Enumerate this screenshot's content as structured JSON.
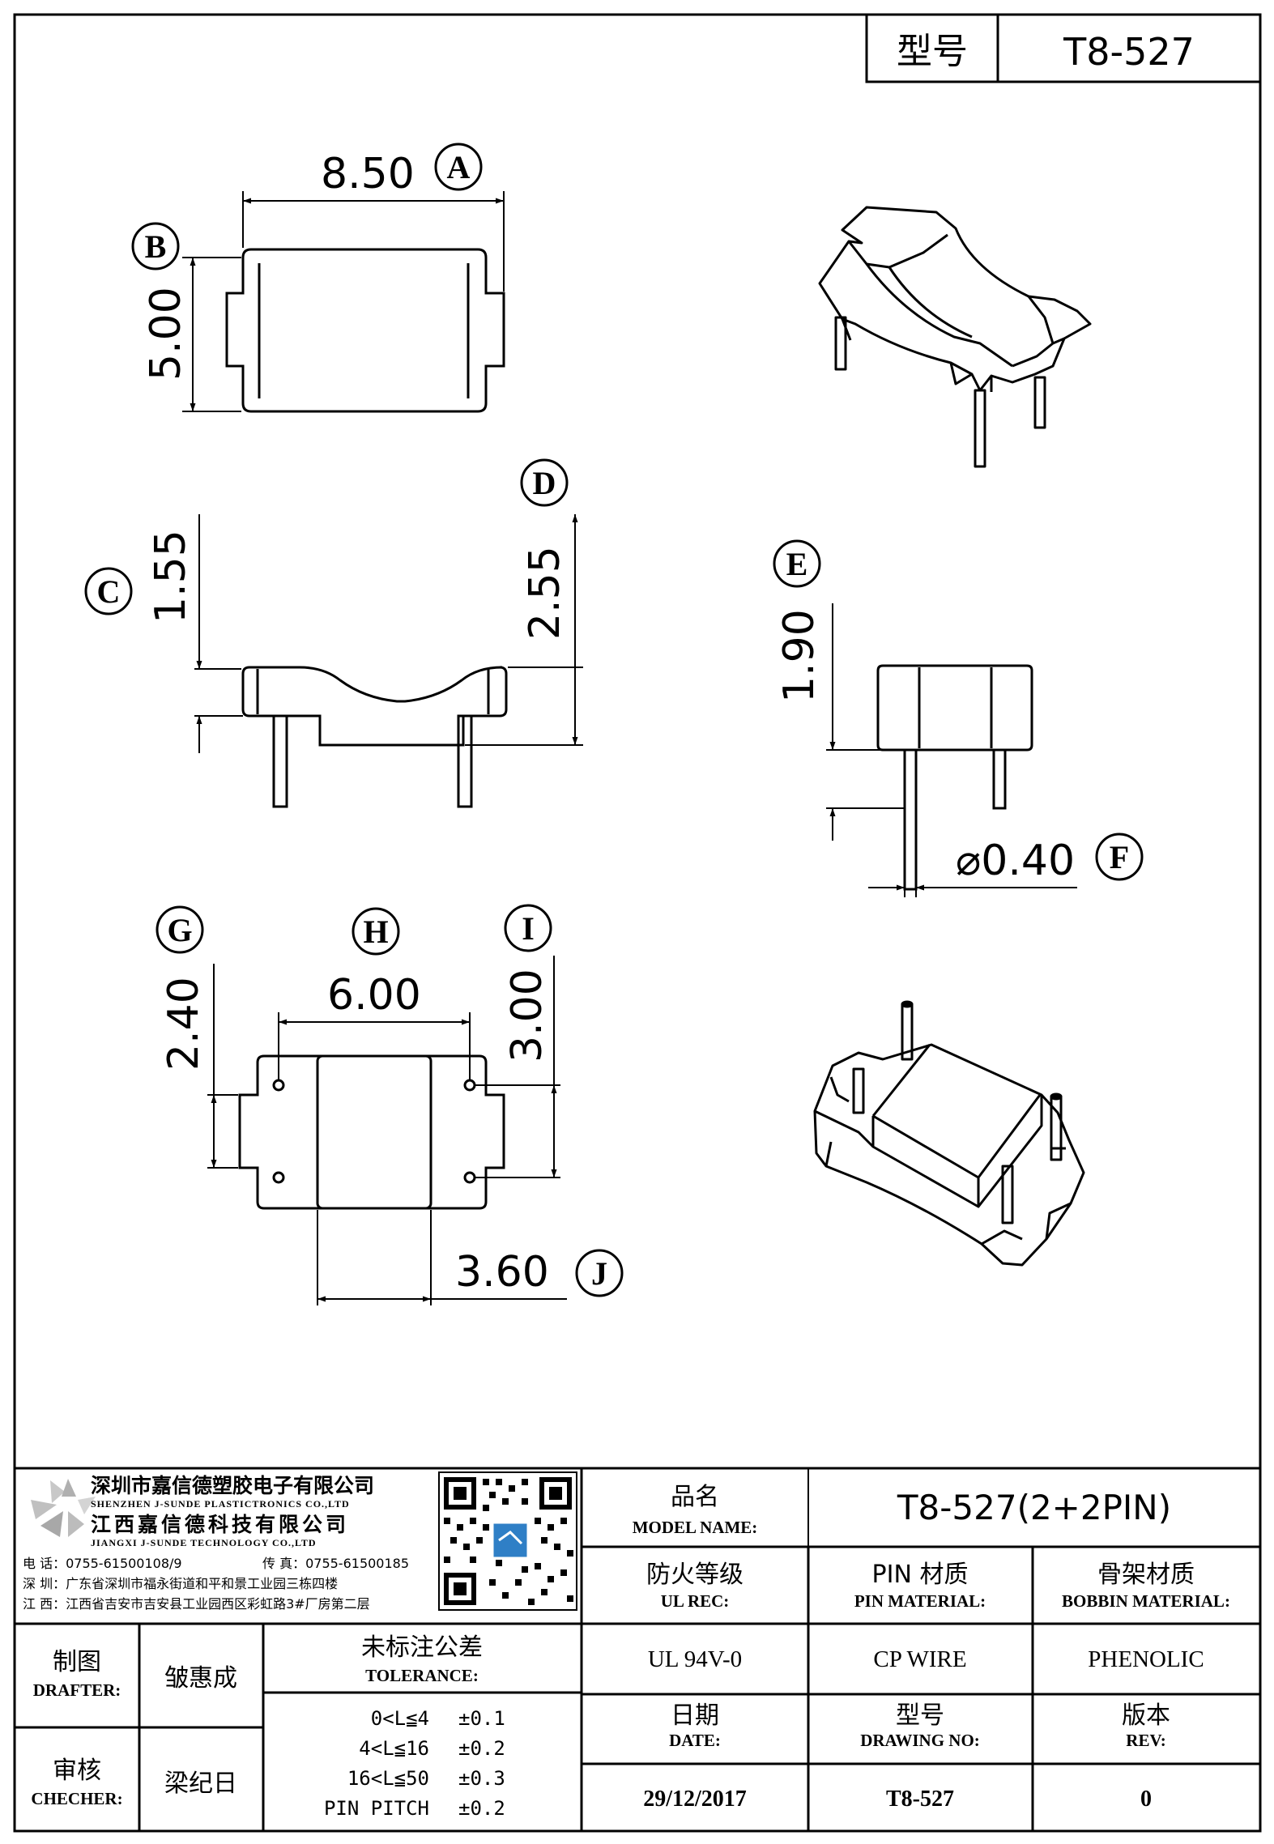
{
  "header": {
    "model_label": "型号",
    "model_value": "T8-527"
  },
  "dimensions": {
    "A": {
      "letter": "A",
      "value": "8.50"
    },
    "B": {
      "letter": "B",
      "value": "5.00"
    },
    "C": {
      "letter": "C",
      "value": "1.55"
    },
    "D": {
      "letter": "D",
      "value": "2.55"
    },
    "E": {
      "letter": "E",
      "value": "1.90"
    },
    "F": {
      "letter": "F",
      "value": "⌀0.40"
    },
    "G": {
      "letter": "G",
      "value": "2.40"
    },
    "H": {
      "letter": "H",
      "value": "6.00"
    },
    "I": {
      "letter": "I",
      "value": "3.00"
    },
    "J": {
      "letter": "J",
      "value": "3.60"
    }
  },
  "company": {
    "name1": "深圳市嘉信德塑胶电子有限公司",
    "name1_en": "SHENZHEN J-SUNDE PLASTICTRONICS CO.,LTD",
    "name2": "江西嘉信德科技有限公司",
    "name2_en": "JIANGXI J-SUNDE TECHNOLOGY CO.,LTD",
    "phone": "电 话：0755-61500108/9",
    "fax": "传 真：0755-61500185",
    "addr_sz": "深 圳：广东省深圳市福永街道和平和景工业园三栋四楼",
    "addr_jx": "江 西：江西省吉安市吉安县工业园西区彩虹路3#厂房第二层"
  },
  "title_block": {
    "model_name_cn": "品名",
    "model_name_en": "MODEL NAME:",
    "model_name_value": "T8-527(2+2PIN)",
    "ul_rec_cn": "防火等级",
    "ul_rec_en": "UL REC:",
    "ul_rec_value": "UL 94V-0",
    "pin_material_cn": "PIN 材质",
    "pin_material_en": "PIN MATERIAL:",
    "pin_material_value": "CP WIRE",
    "bobbin_material_cn": "骨架材质",
    "bobbin_material_en": "BOBBIN MATERIAL:",
    "bobbin_material_value": "PHENOLIC",
    "drafter_cn": "制图",
    "drafter_en": "DRAFTER:",
    "drafter_value": "皱惠成",
    "checker_cn": "审核",
    "checker_en": "CHECHER:",
    "checker_value": "梁纪日",
    "tolerance_cn": "未标注公差",
    "tolerance_en": "TOLERANCE:",
    "tolerances": [
      {
        "range": "0<L≦4",
        "value": "±0.1"
      },
      {
        "range": "4<L≦16",
        "value": "±0.2"
      },
      {
        "range": "16<L≦50",
        "value": "±0.3"
      },
      {
        "range": "PIN PITCH",
        "value": "±0.2"
      }
    ],
    "date_cn": "日期",
    "date_en": "DATE:",
    "date_value": "29/12/2017",
    "drawing_no_cn": "型号",
    "drawing_no_en": "DRAWING NO:",
    "drawing_no_value": "T8-527",
    "rev_cn": "版本",
    "rev_en": "REV:",
    "rev_value": "0"
  }
}
